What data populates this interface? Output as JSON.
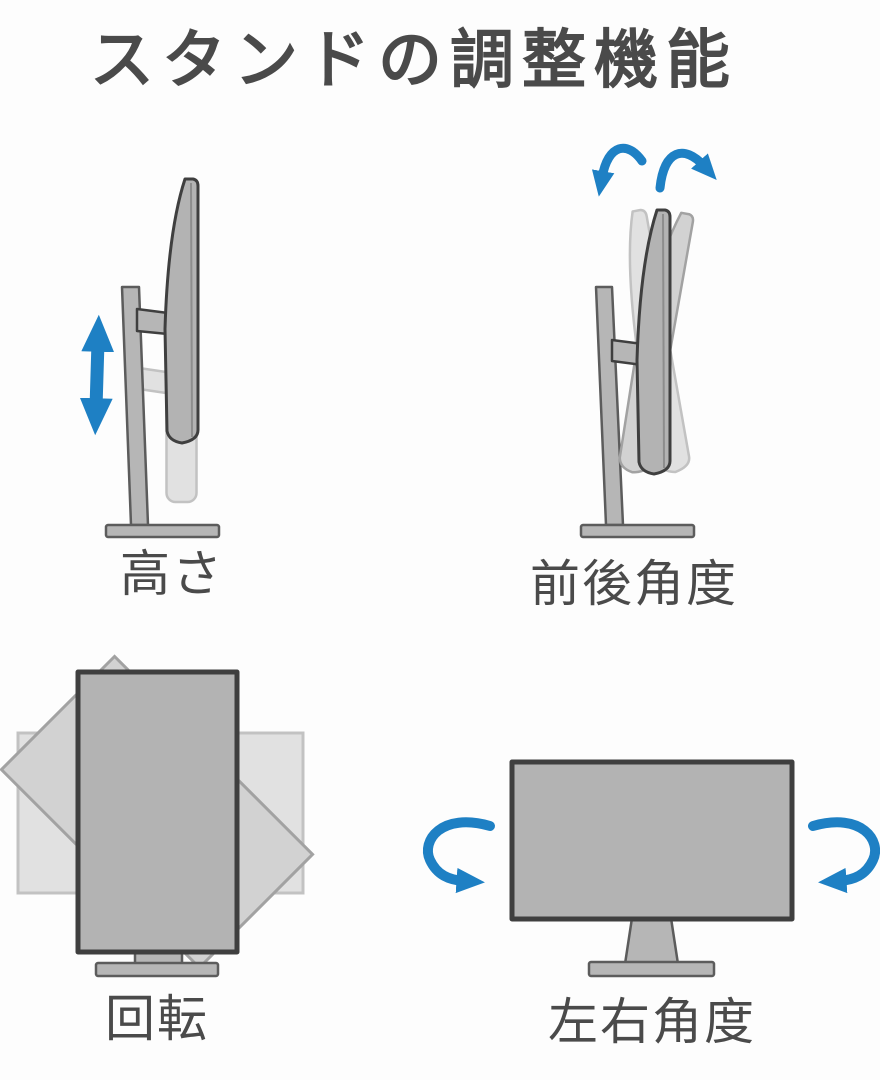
{
  "title": "スタンドの調整機能",
  "figures": {
    "height": {
      "label": "高さ",
      "icon": "double-vertical-arrow"
    },
    "tilt": {
      "label": "前後角度",
      "icon": "tilt-forward-back-arrows"
    },
    "pivot": {
      "label": "回転",
      "icon": "rotated-screen-ghosts"
    },
    "swivel": {
      "label": "左右角度",
      "icon": "swivel-left-right-arrows"
    }
  },
  "colors": {
    "accent": "#1e80c4",
    "text": "#4a4a4a",
    "background": "#fdfdfd",
    "monitor_fill": "#b3b3b3",
    "monitor_outline": "#3f3f3f",
    "stand_fill": "#b6b6b6",
    "stand_outline": "#5c5c5c",
    "ghost_fill": "#d2d2d2",
    "ghost_border": "#a2a2a2",
    "ghost_light_fill": "#e1e1e1",
    "ghost_light_border": "#c2c2c2"
  }
}
